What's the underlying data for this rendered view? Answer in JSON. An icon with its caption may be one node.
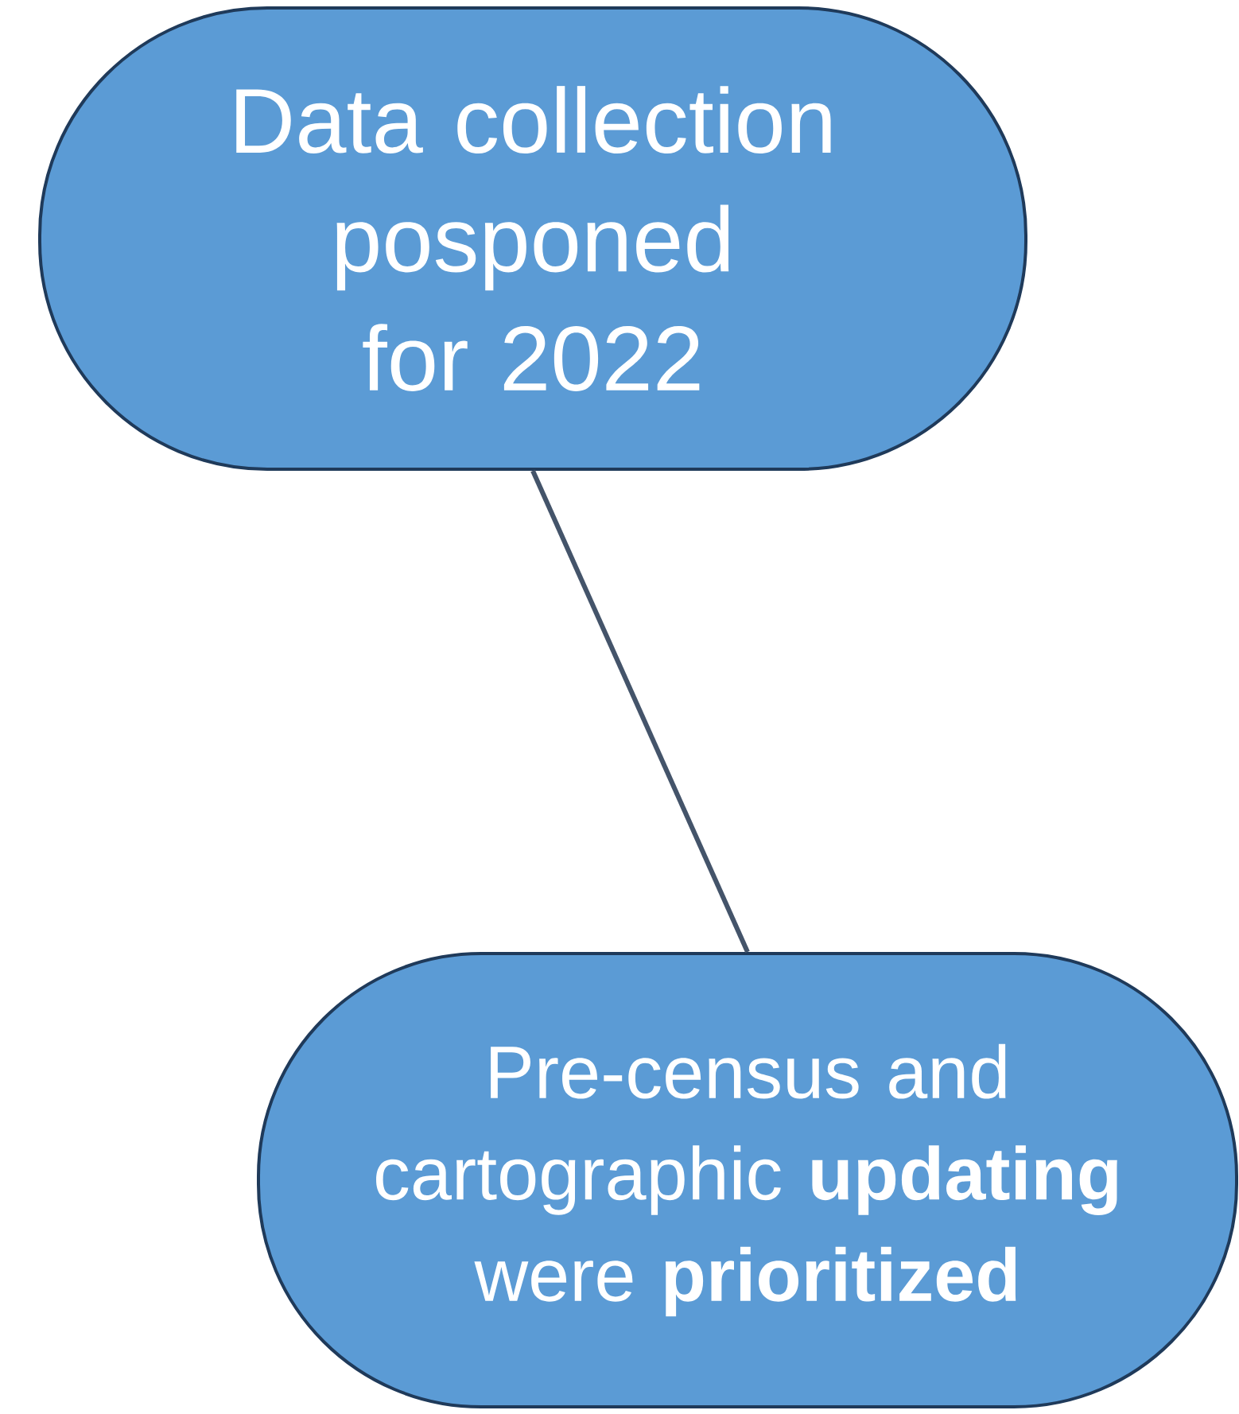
{
  "diagram": {
    "nodes": [
      {
        "text": [
          "Data collection posponed for 2022"
        ]
      },
      {
        "text": [
          "Pre-census and cartographic **updating** were **prioritized**"
        ]
      }
    ],
    "edges": [
      {
        "from": 0,
        "to": 1,
        "arrow": "none"
      }
    ]
  }
}
